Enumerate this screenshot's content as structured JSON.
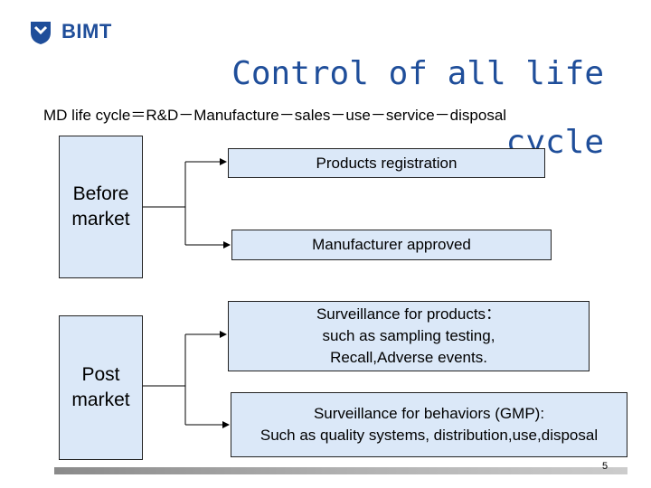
{
  "brand": {
    "name": "BIMT",
    "color": "#1f4e9a"
  },
  "title": "Control of all life cycle",
  "lifecycle_line": "MD life cycle＝R&D－Manufacture－sales－use－service－disposal",
  "stages": [
    {
      "label": "Before market"
    },
    {
      "label": "Post market"
    }
  ],
  "items": [
    {
      "lines": [
        "Products registration"
      ]
    },
    {
      "lines": [
        "Manufacturer approved"
      ]
    },
    {
      "lines": [
        "Surveillance for products：",
        "such as sampling testing,",
        "Recall,Adverse events."
      ]
    },
    {
      "lines": [
        "Surveillance for  behaviors (GMP):",
        "Such as quality systems, distribution,use,disposal"
      ]
    }
  ],
  "page_number": "5",
  "colors": {
    "box_fill": "#dbe8f8",
    "title": "#1f4e9a"
  }
}
